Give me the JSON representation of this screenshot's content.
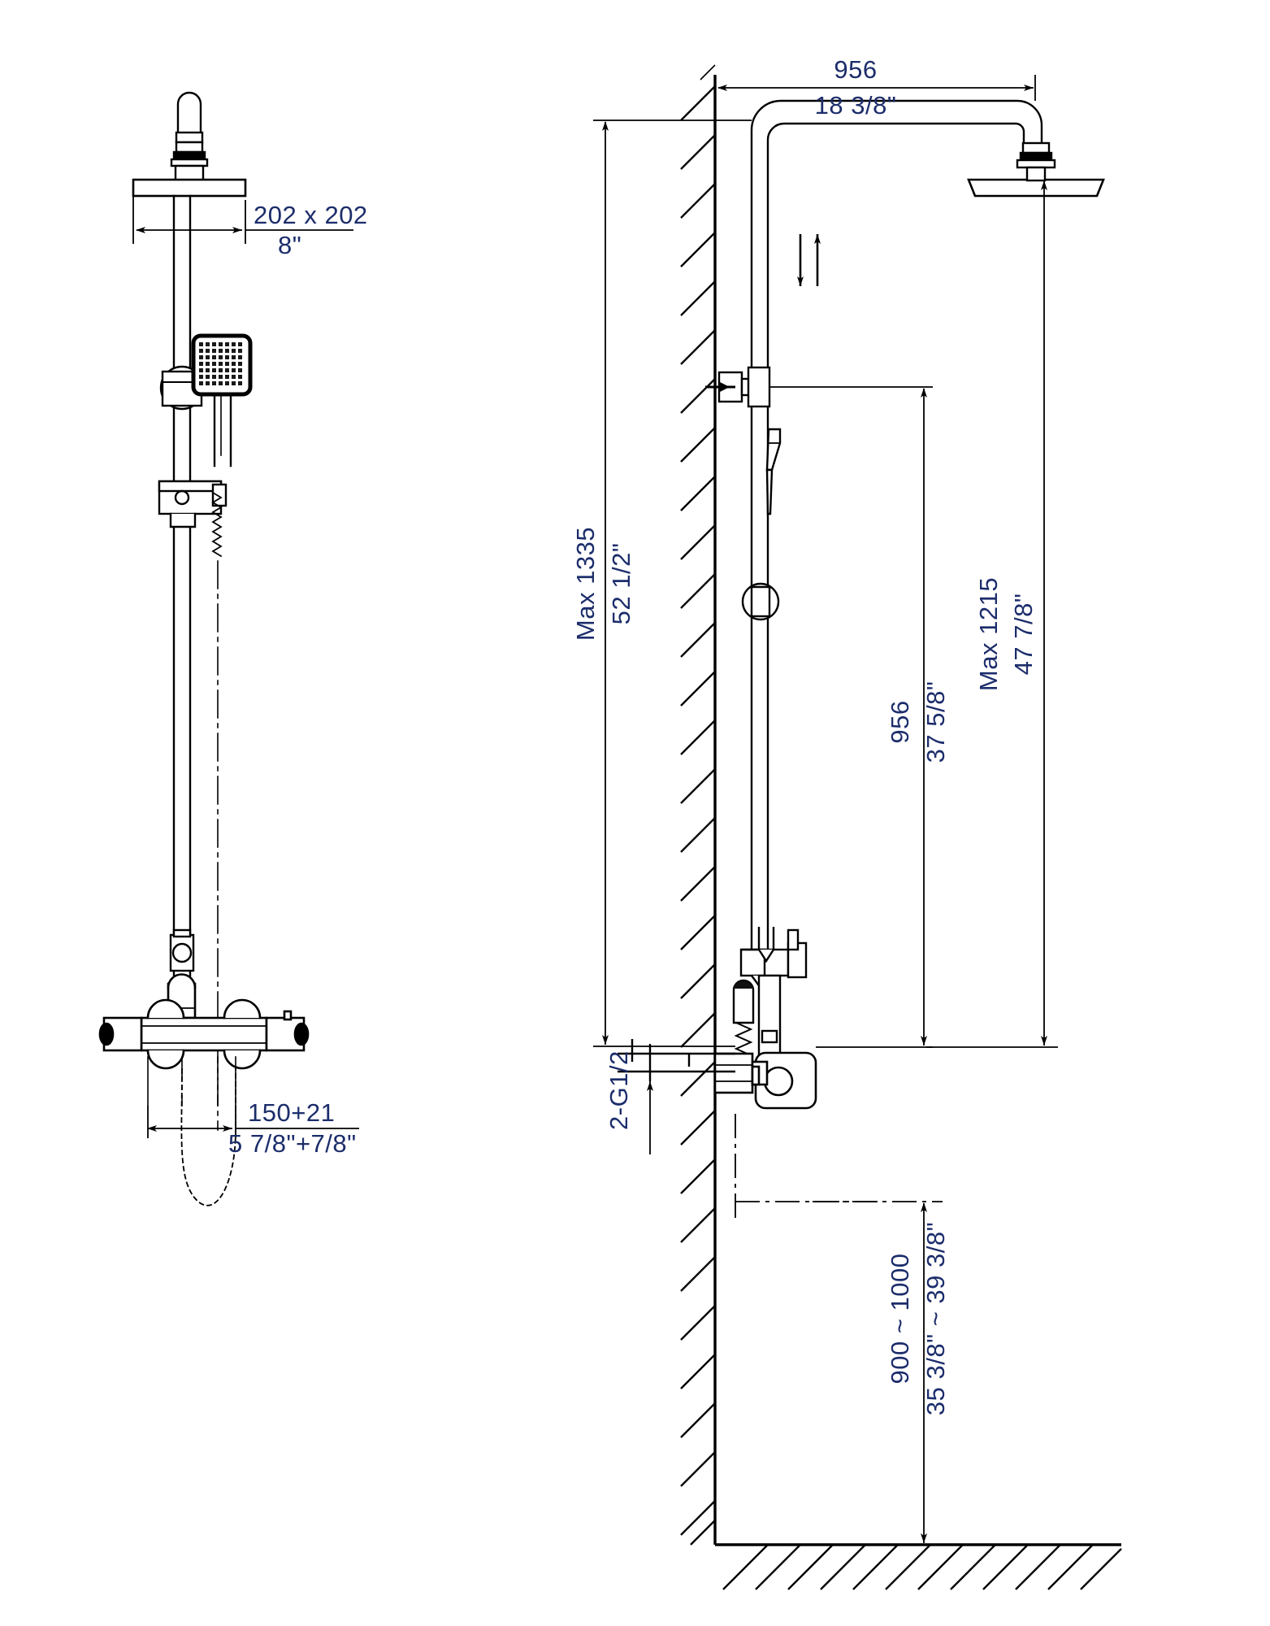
{
  "drawing": {
    "title": "Thermostatic Shower Column Dimension Drawing",
    "line_color": "#000000",
    "dimension_text_color": "#1c2d6b",
    "background_color": "#ffffff",
    "views": [
      {
        "name": "front-elevation",
        "label": ""
      },
      {
        "name": "side-elevation-wall-section",
        "label": ""
      }
    ]
  },
  "dimensions": {
    "head_size_mm": "202 x 202",
    "head_size_in": "8\"",
    "inlet_spacing_mm": "150+21",
    "inlet_spacing_in": "5 7/8\"+7/8\"",
    "arm_projection_mm": "956",
    "arm_projection_in": "18 3/8\"",
    "overall_height_mm": "Max 1335",
    "overall_height_in": "52 1/2\"",
    "head_height_mm": "Max 1215",
    "head_height_in": "47 7/8\"",
    "riser_travel_mm": "956",
    "riser_travel_in": "37 5/8\"",
    "inlet_from_floor_mm": "900 ~ 1000",
    "inlet_from_floor_in": "35 3/8\" ~ 39 3/8\"",
    "connection_thread": "2-G1/2"
  },
  "annotations": {
    "slide_arrows": "up-down-adjust-arrows"
  }
}
